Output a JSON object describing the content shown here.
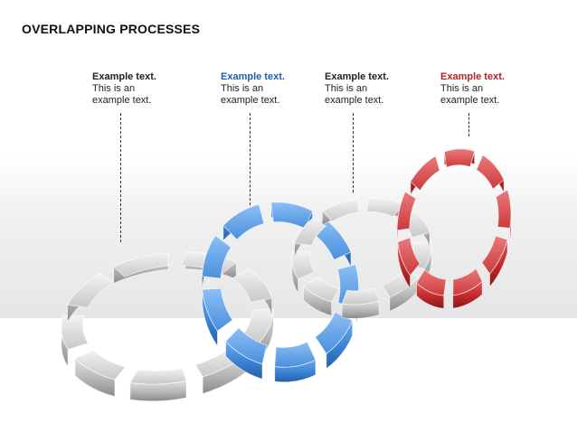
{
  "title": "OVERLAPPING PROCESSES",
  "labels": [
    {
      "heading": "Example text.",
      "body": "This is an example text.",
      "color": "#222222"
    },
    {
      "heading": "Example text.",
      "body": "This is an example text.",
      "color": "#1f5fa8"
    },
    {
      "heading": "Example text.",
      "body": "This is an example text.",
      "color": "#222222"
    },
    {
      "heading": "Example text.",
      "body": "This is an example text.",
      "color": "#b22222"
    }
  ],
  "rings": [
    {
      "color": "gray"
    },
    {
      "color": "blue"
    },
    {
      "color": "gray"
    },
    {
      "color": "red"
    }
  ],
  "colors": {
    "gray": "#b4b4b4",
    "blue": "#3b82d4",
    "red": "#c0282a"
  }
}
